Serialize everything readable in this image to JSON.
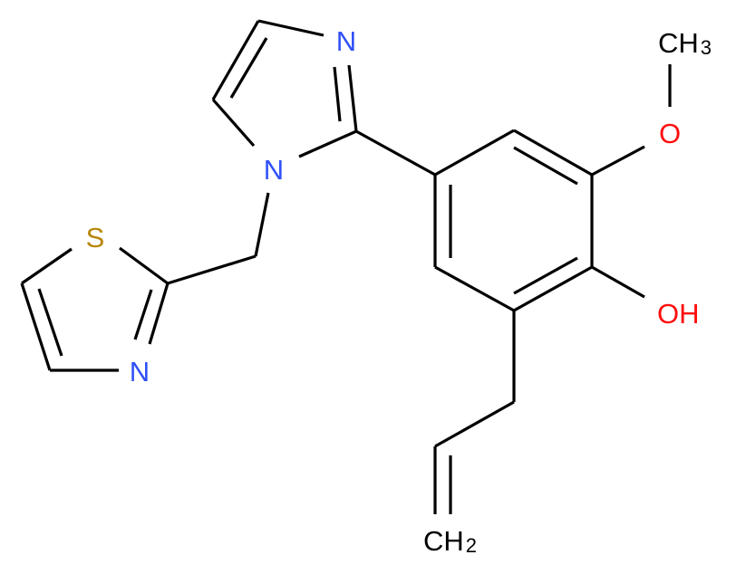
{
  "molecule": {
    "atoms": {
      "imidazole_n3": "N",
      "imidazole_n1": "N",
      "thiazole_s": "S",
      "thiazole_n": "N",
      "methoxy_o": "O",
      "methyl": "CH",
      "methyl_sub": "3",
      "hydroxyl": "OH",
      "vinyl_ch2": "CH",
      "vinyl_sub": "2"
    },
    "colors": {
      "bond": "#000000",
      "nitrogen": "#3050F8",
      "oxygen": "#FF0D0D",
      "sulfur": "#B8860B",
      "carbon": "#000000"
    }
  }
}
